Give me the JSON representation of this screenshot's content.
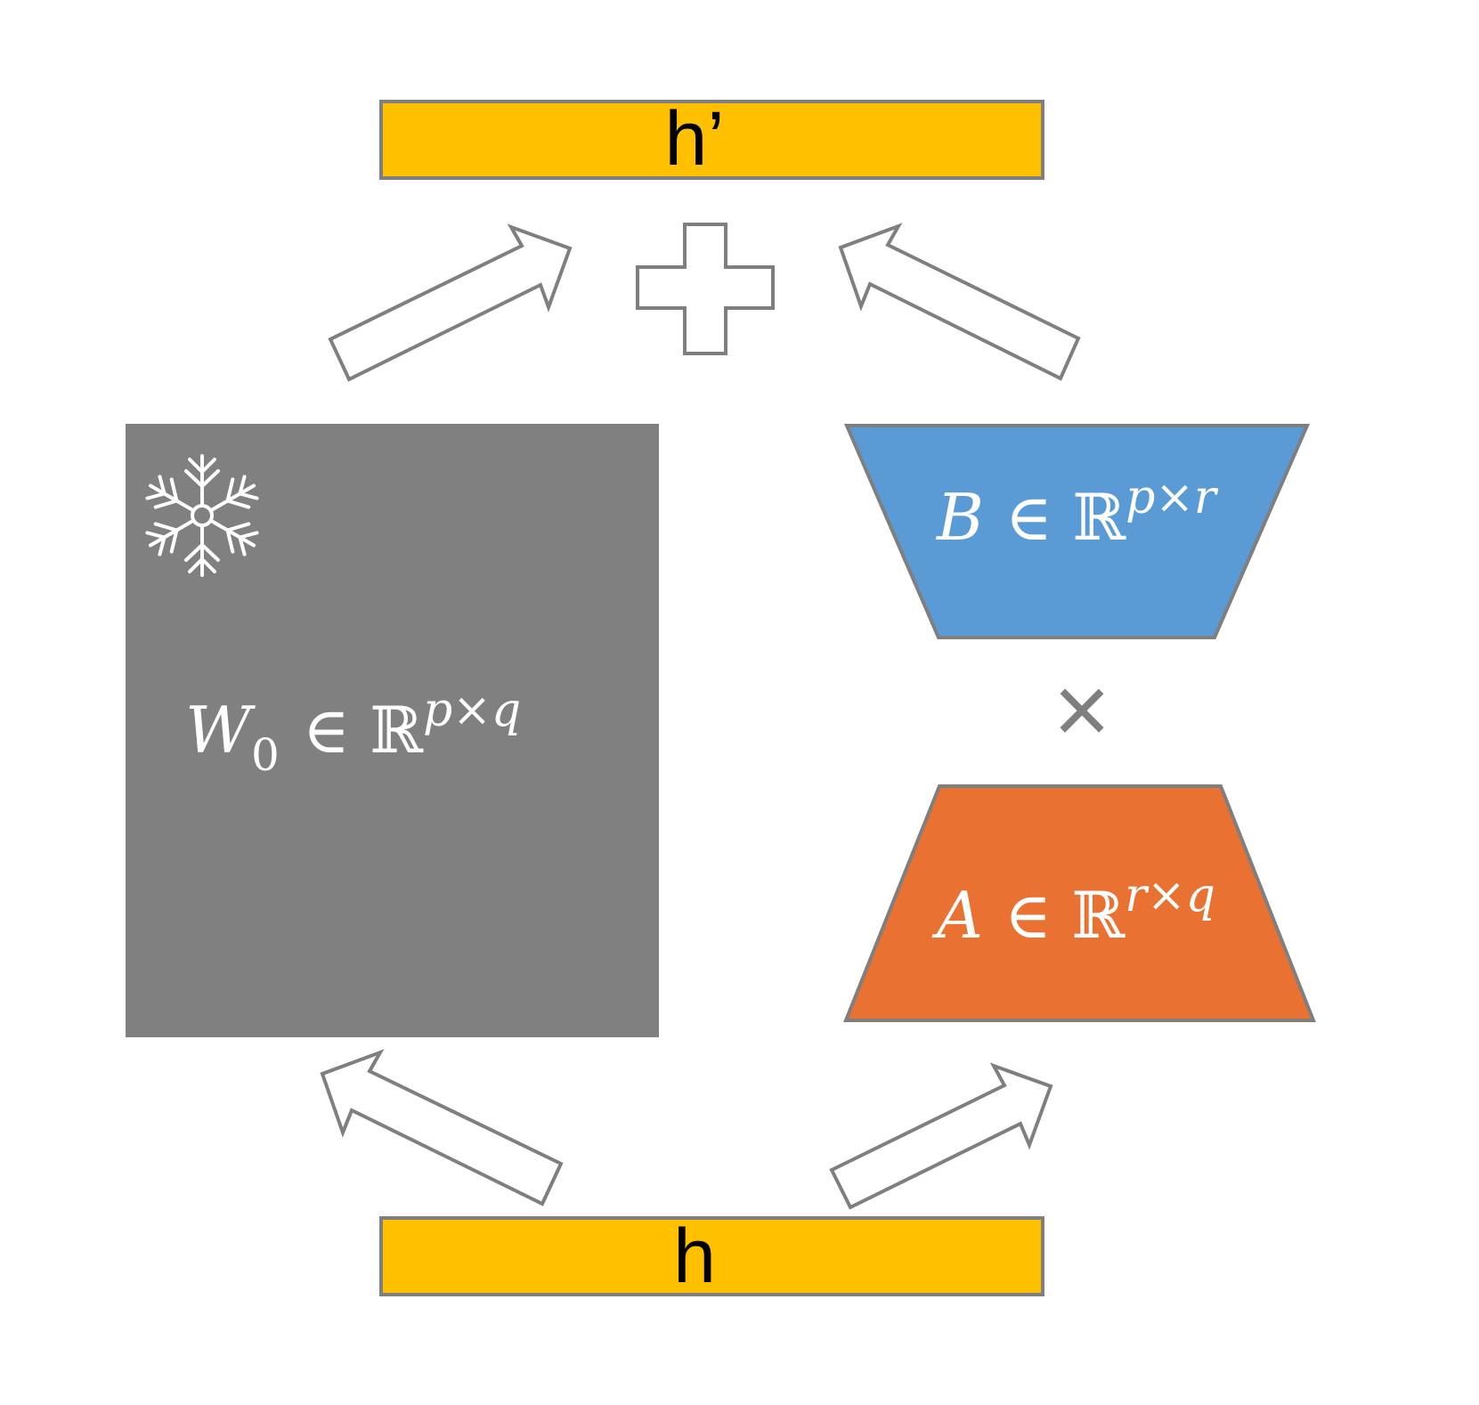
{
  "output_vector": {
    "label": "h’"
  },
  "input_vector": {
    "label": "h"
  },
  "frozen_weight": {
    "symbol": "W",
    "subscript": "0",
    "member_of": "∈",
    "space": "ℝ",
    "dims": "p×q",
    "icon": "snowflake-icon"
  },
  "matrix_b": {
    "symbol": "B",
    "member_of": "∈",
    "space": "ℝ",
    "dims": "p×r"
  },
  "matrix_a": {
    "symbol": "A",
    "member_of": "∈",
    "space": "ℝ",
    "dims": "r×q"
  },
  "operators": {
    "add": "plus-icon",
    "multiply": "×"
  },
  "colors": {
    "vector_fill": "#FFC000",
    "frozen_fill": "#808080",
    "matrix_b_fill": "#5B9BD5",
    "matrix_a_fill": "#E97132",
    "outline": "#7F7F7F"
  }
}
